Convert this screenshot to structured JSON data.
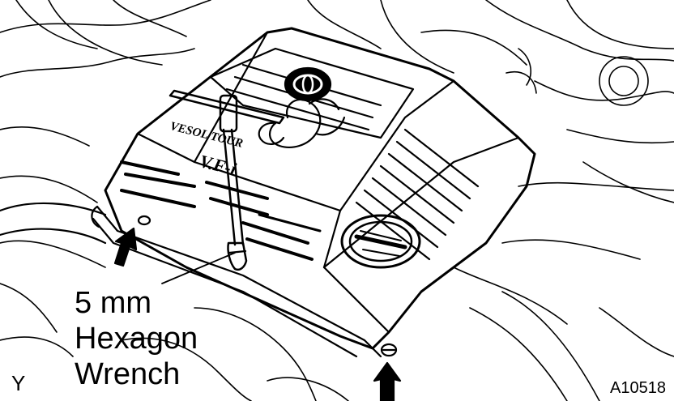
{
  "labels": {
    "tool_line1": "5 mm",
    "tool_line2": "Hexagon",
    "tool_line3": "Wrench",
    "corner_mark": "Y",
    "figure_id": "A10518"
  },
  "cover_lettering": {
    "model_name": "VESOL TOUR",
    "valve_badge": "V.F-i"
  },
  "colors": {
    "ink": "#000000",
    "paper": "#ffffff"
  },
  "icons": [
    "arrow-up-icon",
    "bolt-icon",
    "emblem-icon",
    "oil-cap-icon"
  ]
}
